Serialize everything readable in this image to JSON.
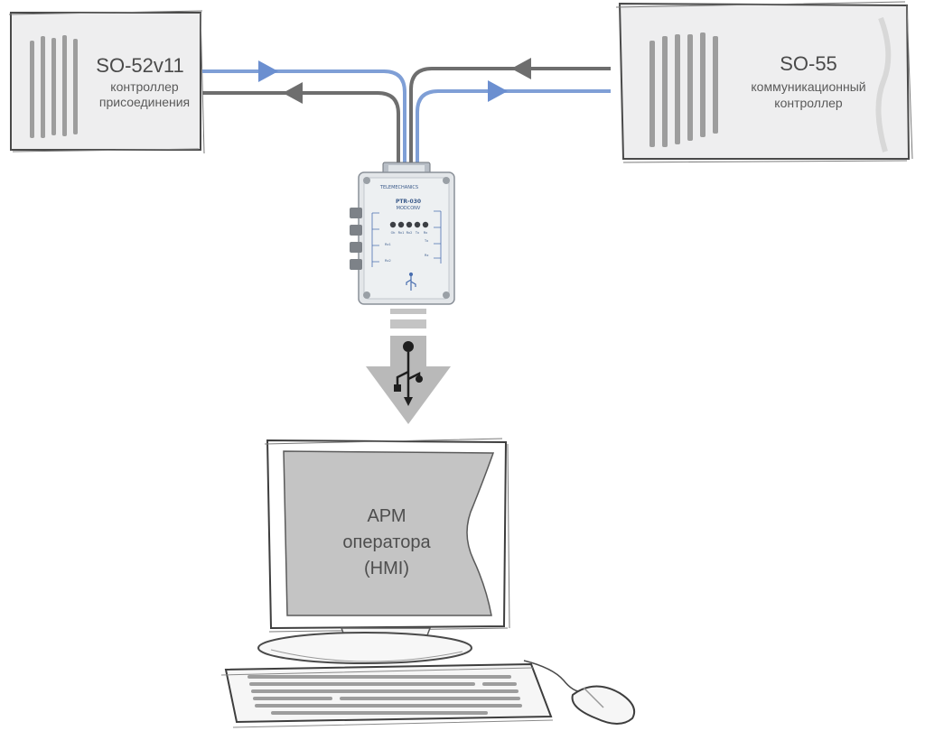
{
  "colors": {
    "blue_line": "#7f9fd6",
    "gray_line": "#6e6e6e",
    "panel_fill": "#eeeeef",
    "screen_fill": "#c4c4c4",
    "usb_arrow": "#b9b9b9"
  },
  "left_device": {
    "title": "SO-52v11",
    "subtitle_line1": "контроллер",
    "subtitle_line2": "присоединения"
  },
  "right_device": {
    "title": "SO-55",
    "subtitle_line1": "коммуникационный",
    "subtitle_line2": "контроллер"
  },
  "converter": {
    "brand": "TELEMECHANICS",
    "model": "PTR-030",
    "model_sub": "MODCONV",
    "led_labels": [
      "Ok",
      "Rx1",
      "Rx2",
      "Tx",
      "Rx"
    ],
    "port_labels": [
      "Rx1",
      "Rx2",
      "Tx",
      "Rx"
    ],
    "icon": "usb-icon"
  },
  "usb_link": {
    "icon": "usb-icon"
  },
  "workstation": {
    "line1": "АРМ",
    "line2": "оператора",
    "line3": "(HMI)"
  }
}
